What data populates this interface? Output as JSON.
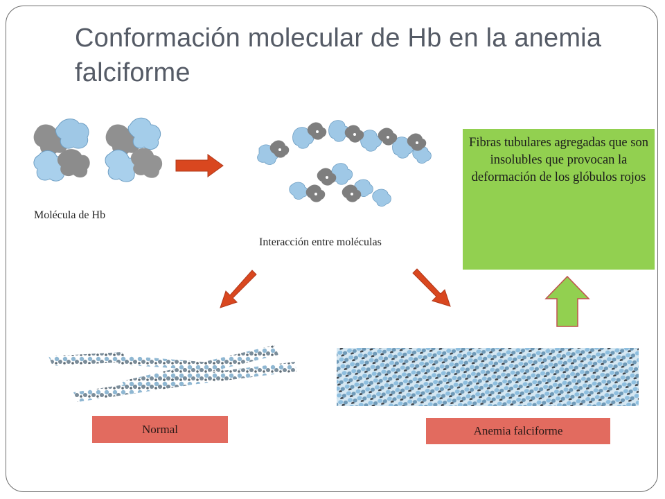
{
  "slide": {
    "title": "Conformación molecular de Hb en la anemia falciforme"
  },
  "labels": {
    "molecule": "Molécula de Hb",
    "interaction": "Interacción entre moléculas"
  },
  "note": {
    "text": "Fibras tubulares agregadas que son insolubles que provocan la deformación de los glóbulos rojos"
  },
  "tags": {
    "normal": "Normal",
    "sickle": "Anemia falciforme"
  },
  "colors": {
    "arrow_red": "#d9471f",
    "arrow_green": "#92d050",
    "note_bg": "#92d050",
    "tag_bg": "#e26b5f",
    "hb_blue": "#9fc8e6",
    "hb_gray": "#9a9a9a"
  }
}
